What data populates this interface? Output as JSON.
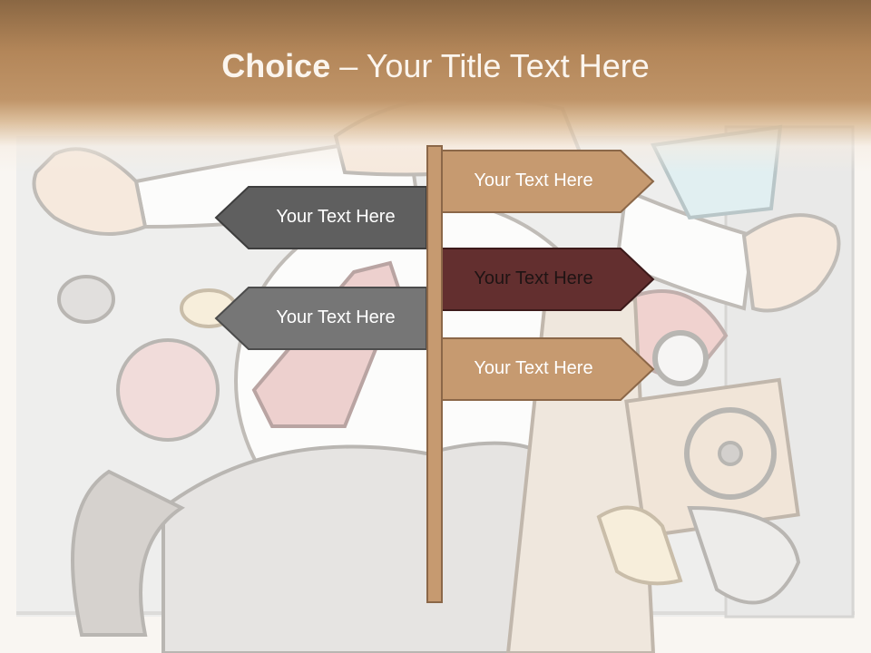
{
  "title": {
    "strong": "Choice",
    "rest": " – Your Title Text Here"
  },
  "signs": [
    {
      "text": "Your Text Here",
      "direction": "right",
      "color": "#c69a70",
      "text_color": "#ffffff"
    },
    {
      "text": "Your Text Here",
      "direction": "left",
      "color": "#5f5f5f",
      "text_color": "#ffffff"
    },
    {
      "text": "Your Text Here",
      "direction": "right",
      "color": "#632f2f",
      "text_color": "#1f1414"
    },
    {
      "text": "Your Text Here",
      "direction": "left",
      "color": "#767676",
      "text_color": "#ffffff"
    },
    {
      "text": "Your Text Here",
      "direction": "right",
      "color": "#c69a70",
      "text_color": "#ffffff"
    }
  ],
  "colors": {
    "title_band": "#b38659",
    "post": "#c69a70",
    "sign_border": "#8b6748"
  }
}
